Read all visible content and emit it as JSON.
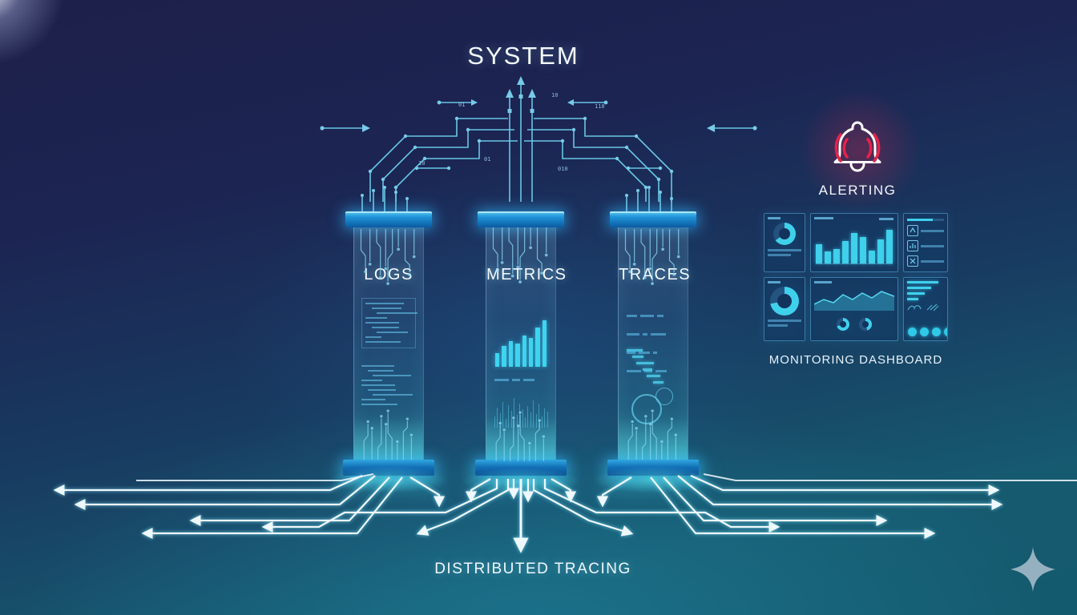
{
  "title": "SYSTEM",
  "pillars": {
    "logs": {
      "label": "LOGS"
    },
    "metrics": {
      "label": "METRICS",
      "bar_values": [
        20,
        30,
        38,
        34,
        46,
        42,
        58,
        68
      ]
    },
    "traces": {
      "label": "TRACES"
    }
  },
  "alerting": {
    "label": "ALERTING"
  },
  "dashboard": {
    "label": "MONITORING DASHBOARD",
    "widgets": {
      "bar_values": [
        45,
        28,
        34,
        52,
        70,
        62,
        30,
        55,
        78
      ],
      "hbar_values": [
        85,
        65,
        48,
        30
      ],
      "progress_pct": 70,
      "donut_small_pct": 65,
      "donut_large_pct": 72,
      "gauge1_pct": 70,
      "gauge2_pct": 45
    }
  },
  "footer": {
    "label": "DISTRIBUTED TRACING"
  },
  "circuit": {
    "bits": [
      "01",
      "10",
      "110",
      "01",
      "010",
      "10"
    ]
  },
  "colors": {
    "background_top": "#1d2049",
    "background_bottom": "#145a6e",
    "circuit_cyan": "#6fd4f2",
    "glow_cyan": "#49e6ef",
    "pillar_cap_blue": "#1f93d8",
    "alert_red": "#e5224a",
    "dashboard_cyan": "#3fd0ec",
    "text_white": "#f2f8fc",
    "sparkle_gray": "#9cb6c5"
  }
}
